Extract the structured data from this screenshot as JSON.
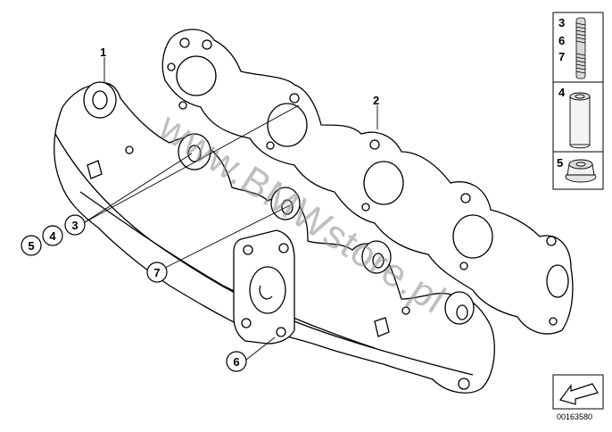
{
  "diagram": {
    "watermark": "www.BMWstore.pl",
    "document_number": "00163580",
    "callouts": [
      {
        "id": "c1",
        "label": "1"
      },
      {
        "id": "c2",
        "label": "2"
      },
      {
        "id": "c3",
        "label": "3"
      },
      {
        "id": "c4",
        "label": "4"
      },
      {
        "id": "c5",
        "label": "5"
      },
      {
        "id": "c6",
        "label": "6"
      },
      {
        "id": "c7",
        "label": "7"
      }
    ],
    "legend": {
      "box1_numbers": [
        "3",
        "6",
        "7"
      ],
      "box2_numbers": [
        "4"
      ],
      "box3_numbers": [
        "5"
      ]
    },
    "icons": {
      "stud": "stud-bolt-icon",
      "sleeve": "spacer-sleeve-icon",
      "nut": "collar-nut-icon",
      "arrow": "direction-arrow-icon"
    }
  }
}
